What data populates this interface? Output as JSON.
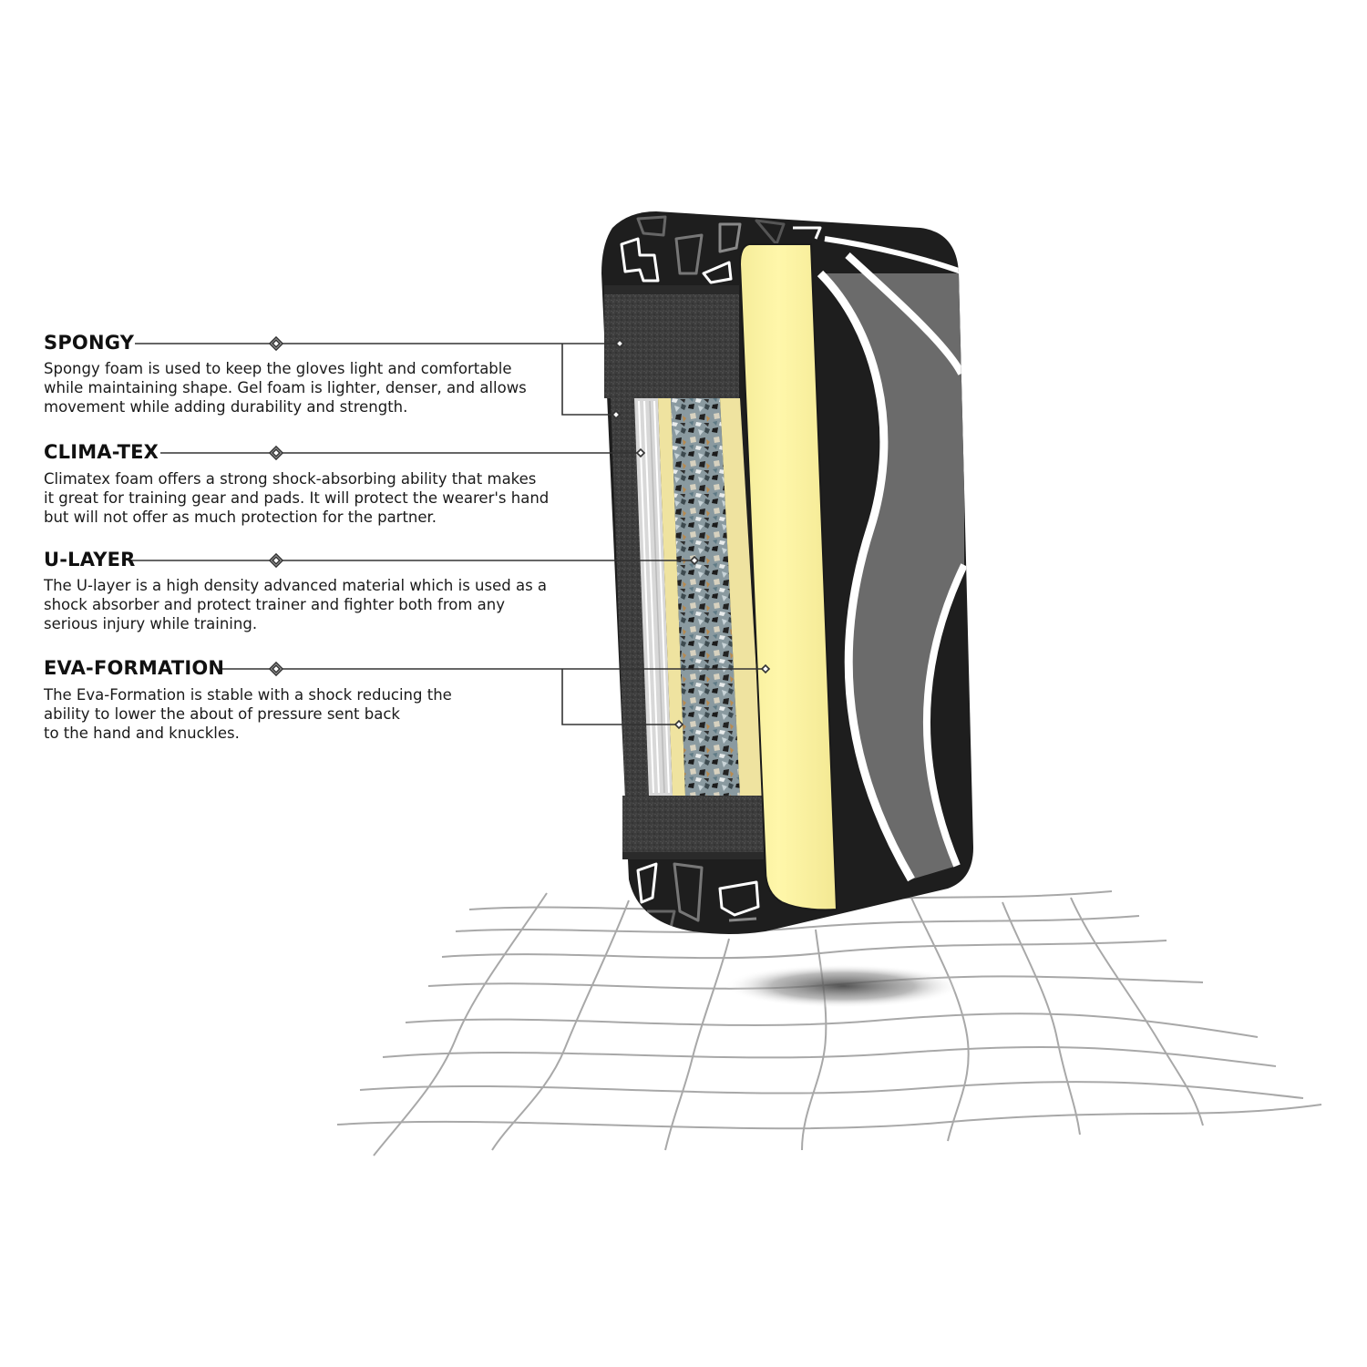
{
  "layers": [
    {
      "title": "SPONGY",
      "description": "Spongy foam is used to keep the gloves light and comfortable\nwhile maintaining shape. Gel foam is lighter, denser, and allows\nmovement while adding durability and strength."
    },
    {
      "title": "CLIMA-TEX",
      "description": "Climatex foam offers a strong shock-absorbing ability that makes\nit great for training gear and pads. It will protect the wearer's hand\nbut will not offer as much protection for the partner."
    },
    {
      "title": "U-LAYER",
      "description": "The U-layer is a high density advanced material which is used as a\nshock absorber and protect trainer and fighter both from any\nserious injury while training."
    },
    {
      "title": "EVA-FORMATION",
      "description": "The Eva-Formation is stable with a shock reducing the\nability to lower the about of pressure sent back\nto the hand and knuckles."
    }
  ],
  "colors": {
    "shell": "#1e1e1e",
    "foam_yellow": "#fdf6a6",
    "eva_yellow": "#efe3a0",
    "spongy": "#3a3a3a",
    "grid": "#a8a8a8",
    "leader": "#333333"
  }
}
